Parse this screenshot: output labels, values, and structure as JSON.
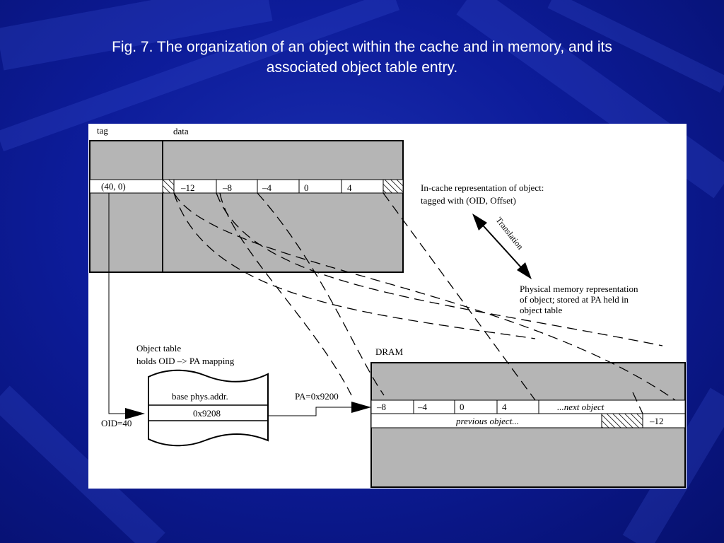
{
  "slide": {
    "title_line1": "Fig. 7. The organization of an object within the cache and in memory, and its",
    "title_line2": "associated object table entry."
  },
  "diagram": {
    "cache_tag_header": "tag",
    "cache_data_header": "data",
    "cache_tag_value": "(40, 0)",
    "cache_offsets": [
      "–12",
      "–8",
      "–4",
      "0",
      "4"
    ],
    "in_cache_label_line1": "In-cache representation of object:",
    "in_cache_label_line2": "tagged with (OID, Offset)",
    "translation_label": "Translation",
    "physical_label_line1": "Physical memory representation",
    "physical_label_line2": "of object; stored at PA held in",
    "physical_label_line3": "object table",
    "object_table_label_line1": "Object table",
    "object_table_label_line2": "holds OID –> PA mapping",
    "object_table_header": "base phys.addr.",
    "object_table_value": "0x9208",
    "oid_label": "OID=40",
    "pa_label": "PA=0x9200",
    "dram_label": "DRAM",
    "dram_offsets": [
      "–8",
      "–4",
      "0",
      "4"
    ],
    "next_object_label": "...next object",
    "previous_object_label": "previous object...",
    "dram_last_offset": "–12"
  },
  "colors": {
    "background": "#0d1c9a",
    "block_fill": "#b5b5b5",
    "figure_bg": "#ffffff",
    "title_text": "#ffffff"
  }
}
